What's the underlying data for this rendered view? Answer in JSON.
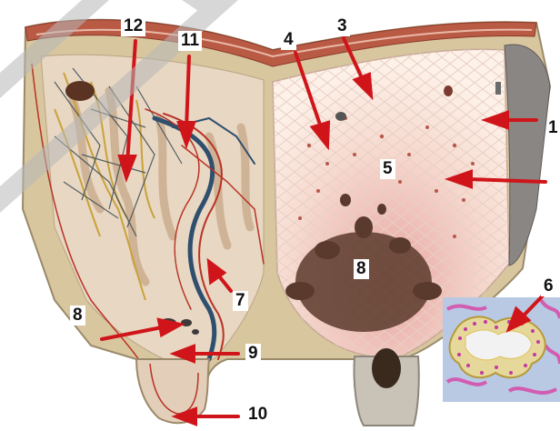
{
  "figure": {
    "labels": [
      "1",
      "3",
      "4",
      "5",
      "6",
      "7",
      "8",
      "8",
      "9",
      "10",
      "11",
      "12"
    ]
  },
  "colors": {
    "outer_wall": "#d6c49b",
    "left_interior": "#e7d6c3",
    "right_interior": "#fbe9e0",
    "tubule_dark": "#5a3a2c",
    "arrow": "#d0151a",
    "vessel_red": "#b83226",
    "vessel_blue": "#2f4f6e",
    "capsule_gray": "#7d7a78"
  }
}
